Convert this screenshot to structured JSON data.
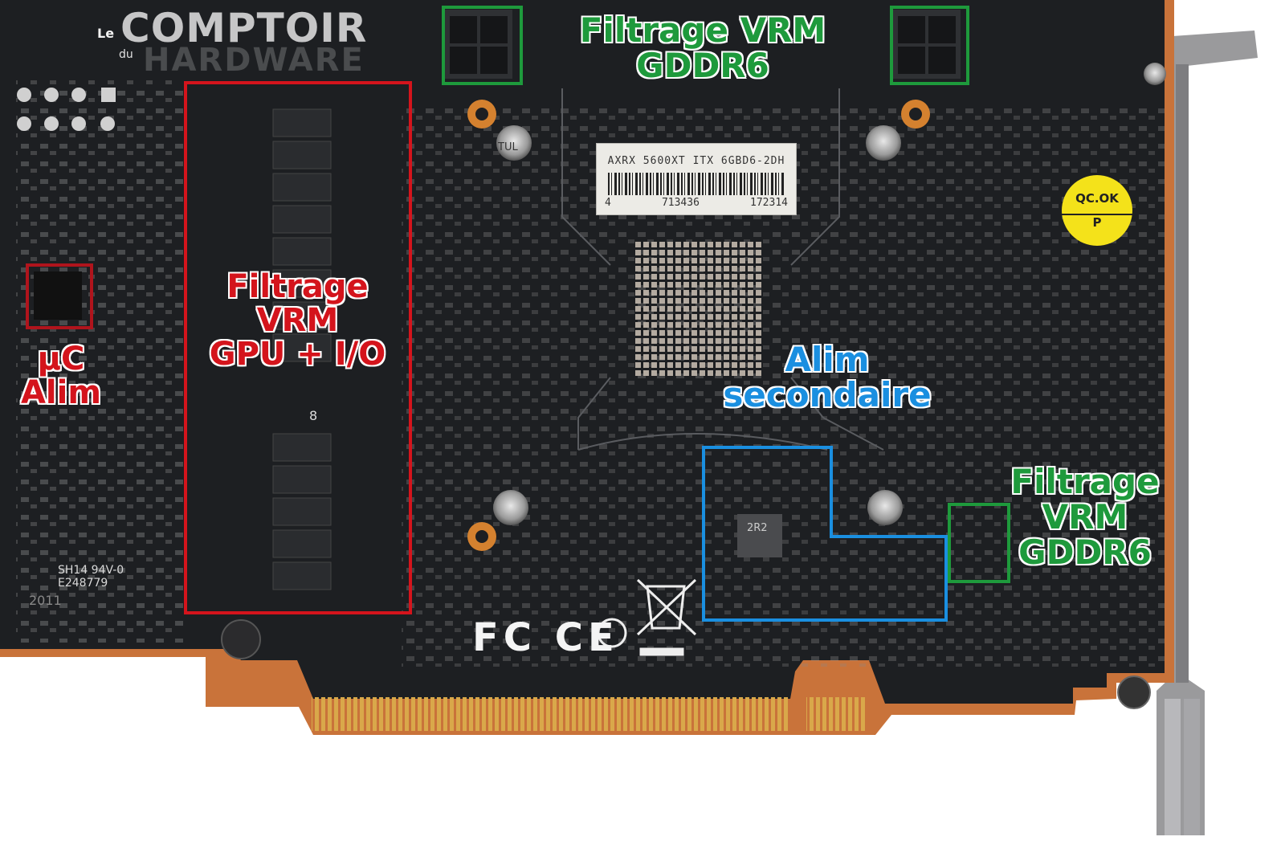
{
  "watermark": {
    "le": "Le",
    "du": "du",
    "comptoir": "COMPTOIR",
    "hardware": "HARDWARE"
  },
  "sticker": {
    "model": "AXRX 5600XT ITX 6GBD6-2DH",
    "barcode_left": "4",
    "barcode_mid": "713436",
    "barcode_right": "172314"
  },
  "qc_sticker": {
    "line1": "QC.OK",
    "line2": "P"
  },
  "silkscreen": {
    "ul_code": "SH14 94V-0",
    "ul_number": "E248779",
    "year": "2011",
    "marks": "FC CE",
    "inductor": "2R2",
    "eight": "8",
    "tul": "TUL"
  },
  "annotations": {
    "vrm_gpu": {
      "line1": "Filtrage",
      "line2": "VRM",
      "line3": "GPU + I/O",
      "color": "#d4141c"
    },
    "uc_alim": {
      "line1": "µC",
      "line2": "Alim",
      "color": "#d4141c"
    },
    "vrm_gddr6_top": {
      "line1": "Filtrage VRM",
      "line2": "GDDR6",
      "color": "#1e9a3c"
    },
    "vrm_gddr6_right": {
      "line1": "Filtrage",
      "line2": "VRM",
      "line3": "GDDR6",
      "color": "#1e9a3c"
    },
    "alim_secondaire": {
      "line1": "Alim",
      "line2": "secondaire",
      "color": "#1a8fe0"
    }
  }
}
